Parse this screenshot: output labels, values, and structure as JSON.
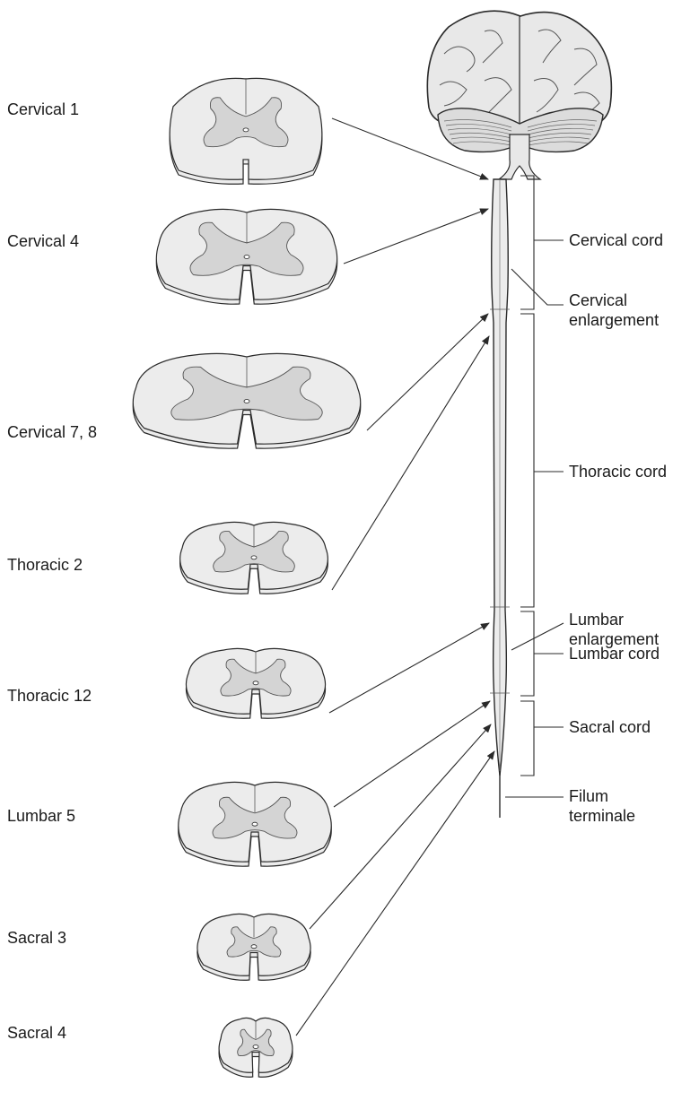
{
  "section_labels": [
    "Cervical 1",
    "Cervical 4",
    "Cervical 7, 8",
    "Thoracic 2",
    "Thoracic 12",
    "Lumbar 5",
    "Sacral 3",
    "Sacral 4"
  ],
  "region_labels": [
    [
      "Cervical cord"
    ],
    [
      "Cervical",
      "enlargement"
    ],
    [
      "Thoracic cord"
    ],
    [
      "Lumbar",
      "enlargement"
    ],
    [
      "Lumbar cord"
    ],
    [
      "Sacral cord"
    ],
    [
      "Filum",
      "terminale"
    ]
  ],
  "colors": {
    "tissue": "#ececec",
    "gray_matter": "#d4d4d4",
    "outline": "#2a2a2a",
    "text": "#1a1a1a"
  }
}
